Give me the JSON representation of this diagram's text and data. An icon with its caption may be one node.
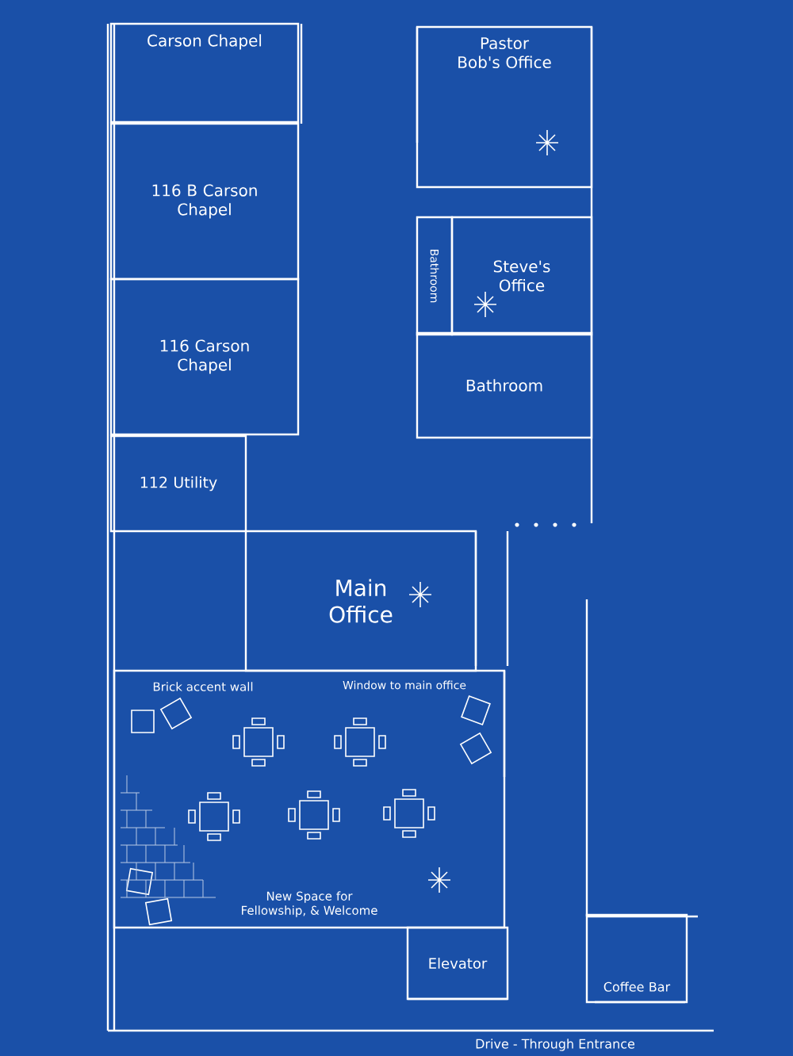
{
  "diagram": {
    "nodes": [
      {
        "text": [
          "Carson Chapel"
        ]
      },
      {
        "text": [
          "116 B Carson Chapel"
        ]
      },
      {
        "text": [
          "116 Carson Chapel"
        ]
      },
      {
        "text": [
          "Pastor Bob's Office"
        ]
      },
      {
        "text": [
          "Bathroom"
        ]
      },
      {
        "text": [
          "Steve's Office"
        ]
      },
      {
        "text": [
          "Bathroom"
        ]
      },
      {
        "text": [
          "112 Utility"
        ]
      },
      {
        "text": [
          "Main Office"
        ]
      },
      {
        "text": [
          "New Space for Fellowship, & Welcome"
        ]
      },
      {
        "text": [
          "Elevator"
        ]
      },
      {
        "text": [
          "Coffee Bar"
        ]
      }
    ],
    "labels": [
      "Brick accent wall",
      "Window to main office",
      "Drive - Through Entrance"
    ]
  }
}
